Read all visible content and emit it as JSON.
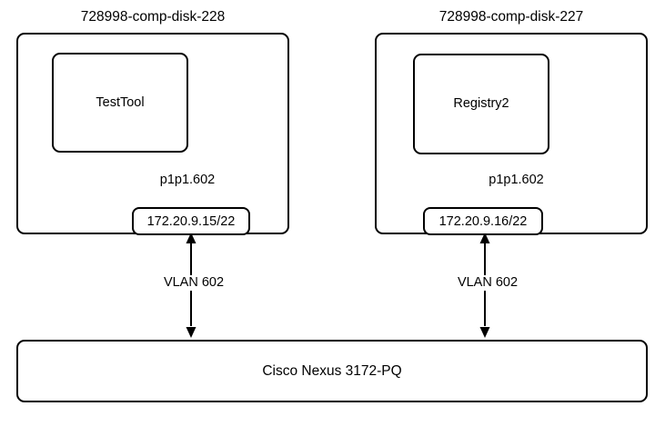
{
  "diagram": {
    "type": "network-topology",
    "background_color": "#ffffff",
    "line_color": "#000000",
    "hosts": [
      {
        "title": "728998-comp-disk-228",
        "application": "TestTool",
        "nic": "p1p1.602",
        "ip_address": "172.20.9.15/22",
        "link_label": "VLAN 602"
      },
      {
        "title": "728998-comp-disk-227",
        "application": "Registry2",
        "nic": "p1p1.602",
        "ip_address": "172.20.9.16/22",
        "link_label": "VLAN 602"
      }
    ],
    "switch": {
      "label": "Cisco Nexus 3172-PQ"
    }
  }
}
